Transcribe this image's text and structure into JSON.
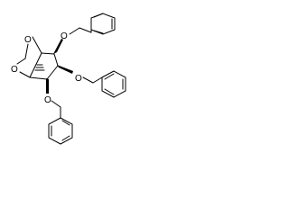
{
  "molecule": {
    "atom_labels": [
      "O",
      "O",
      "O",
      "O",
      "O"
    ]
  },
  "colors": {
    "bond": "#000000",
    "atom_label": "#000000",
    "background": "#ffffff"
  }
}
